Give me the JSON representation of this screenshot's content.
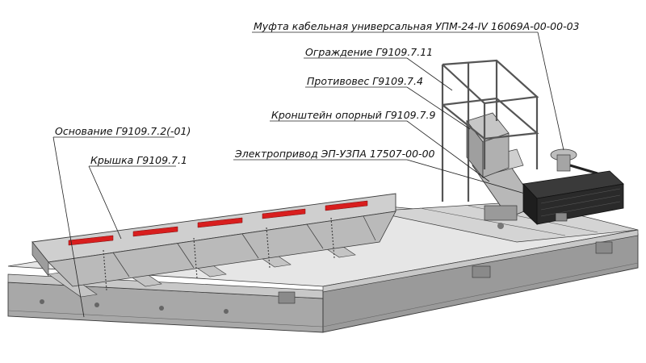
{
  "labels": {
    "mufta": "Муфта кабельная универсальная УПМ-24-IV 16069А-00-00-03",
    "ograzhdenie": "Ограждение Г9109.7.11",
    "protivoves": "Противовес Г9109.7.4",
    "kronshtein": "Кронштейн опорный Г9109.7.9",
    "osnovanie": "Основание Г9109.7.2(-01)",
    "kryshka": "Крышка Г9109.7.1",
    "elektroprivod": "Электропривод ЭП-УЗПА 17507-00-00"
  },
  "colors": {
    "steel_light": "#dadada",
    "steel_mid": "#b4b4b4",
    "steel_dark": "#8a8a8a",
    "edge": "#3a3a3a",
    "red_marker": "#d81e1e",
    "motor": "#2a2a2a"
  }
}
